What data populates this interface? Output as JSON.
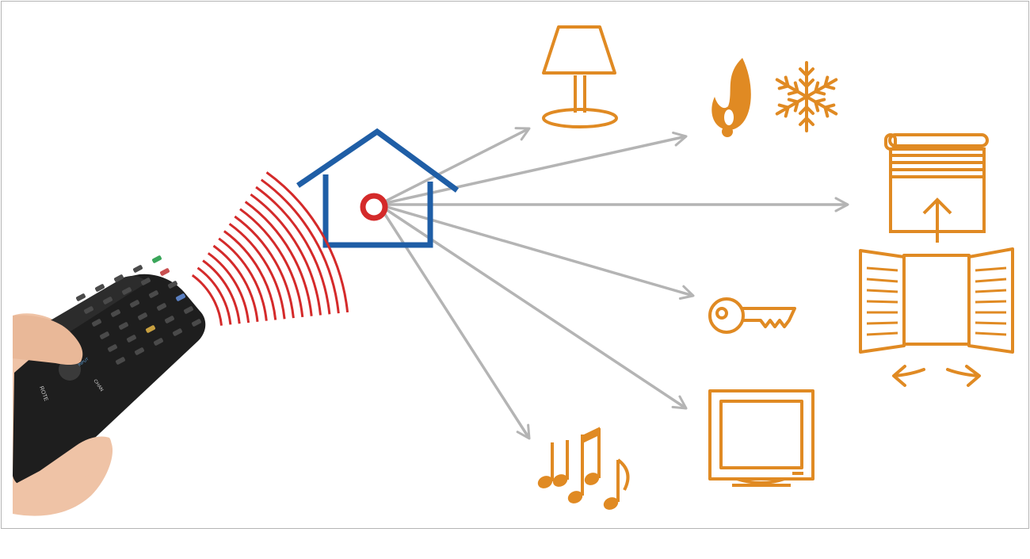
{
  "colors": {
    "frame": "#b5b5b5",
    "house": "#1f5ea6",
    "hub": "#d42a2a",
    "signal": "#d42a2a",
    "arrow": "#b4b4b4",
    "device": "#e08a23",
    "remote_body": "#1e1e1e",
    "hand": "#efc3a6"
  },
  "remote": {
    "labels": [
      "ROTE",
      "CHAN",
      "INPUT"
    ]
  },
  "devices": [
    {
      "id": "lamp",
      "icon": "lamp-icon"
    },
    {
      "id": "heating",
      "icon": "flame-icon"
    },
    {
      "id": "cooling",
      "icon": "snowflake-icon"
    },
    {
      "id": "blinds",
      "icon": "roller-blind-icon"
    },
    {
      "id": "shutters",
      "icon": "window-shutters-icon"
    },
    {
      "id": "door-lock",
      "icon": "key-icon"
    },
    {
      "id": "television",
      "icon": "tv-icon"
    },
    {
      "id": "audio",
      "icon": "music-notes-icon"
    }
  ]
}
